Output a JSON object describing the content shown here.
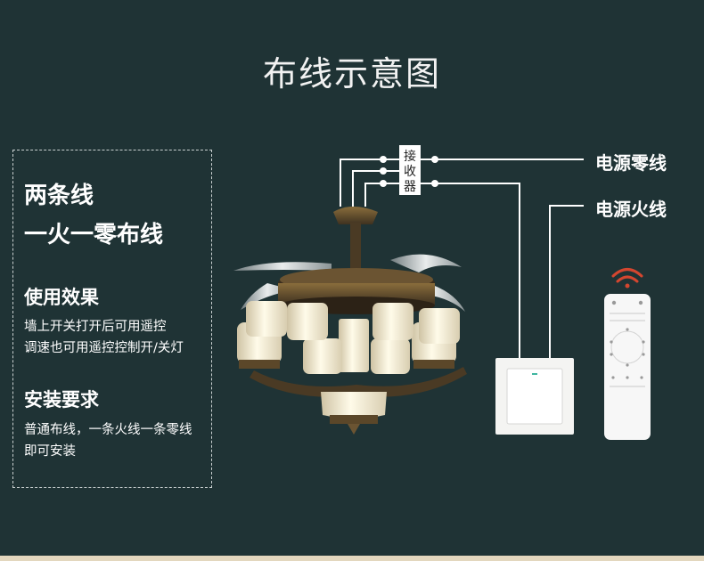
{
  "title": "布线示意图",
  "info": {
    "headline_1": "两条线",
    "headline_2": "一火一零布线",
    "effect_title": "使用效果",
    "effect_line_1": "墙上开关打开后可用遥控",
    "effect_line_2": "调速也可用遥控控制开/关灯",
    "install_title": "安装要求",
    "install_line_1": "普通布线，一条火线一条零线",
    "install_line_2": "即可安装"
  },
  "receiver": {
    "char_1": "接",
    "char_2": "收",
    "char_3": "器"
  },
  "labels": {
    "neutral": "电源零线",
    "live": "电源火线"
  },
  "colors": {
    "background": "#1f3335",
    "wire": "#ffffff",
    "bottom_bar": "#e3d7be"
  }
}
